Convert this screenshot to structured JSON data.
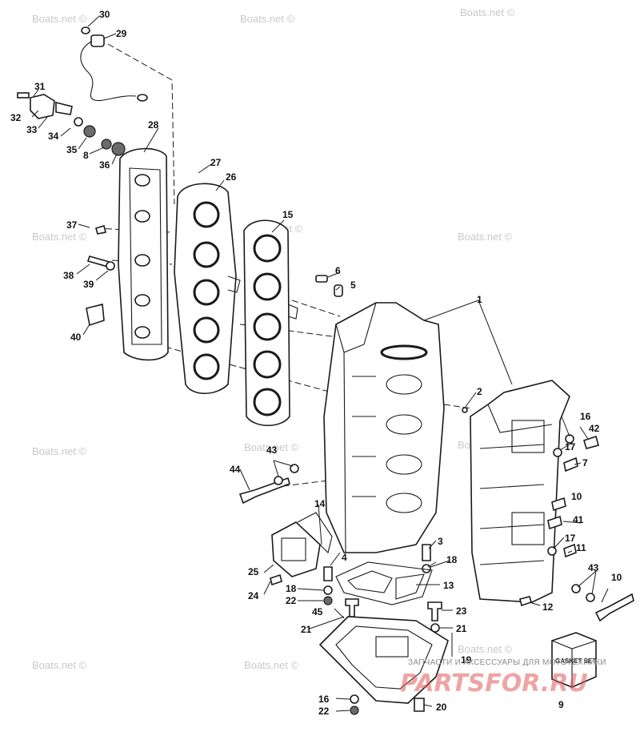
{
  "watermark": "Boats.net ©",
  "brand": {
    "tagline": "ЗАПЧАСТИ И АКСЕССУАРЫ ДЛЯ МОТОТЕХНИКИ",
    "name": "PARTSFOR.RU"
  },
  "gasket_box_label": "GASKET SET",
  "callouts": {
    "c1": "1",
    "c2": "2",
    "c3": "3",
    "c4": "4",
    "c5": "5",
    "c6": "6",
    "c7": "7",
    "c8": "8",
    "c9": "9",
    "c10a": "10",
    "c10b": "10",
    "c11": "11",
    "c12": "12",
    "c13": "13",
    "c14": "14",
    "c15": "15",
    "c16a": "16",
    "c16b": "16",
    "c17a": "17",
    "c17b": "17",
    "c18a": "18",
    "c18b": "18",
    "c19": "19",
    "c20": "20",
    "c21a": "21",
    "c21b": "21",
    "c22a": "22",
    "c22b": "22",
    "c23": "23",
    "c24": "24",
    "c25": "25",
    "c26": "26",
    "c27": "27",
    "c28": "28",
    "c29": "29",
    "c30": "30",
    "c31": "31",
    "c32": "32",
    "c33": "33",
    "c34": "34",
    "c35": "35",
    "c36": "36",
    "c37": "37",
    "c38": "38",
    "c39": "39",
    "c40": "40",
    "c41": "41",
    "c42": "42",
    "c43a": "43",
    "c43b": "43",
    "c44": "44",
    "c45": "45"
  }
}
